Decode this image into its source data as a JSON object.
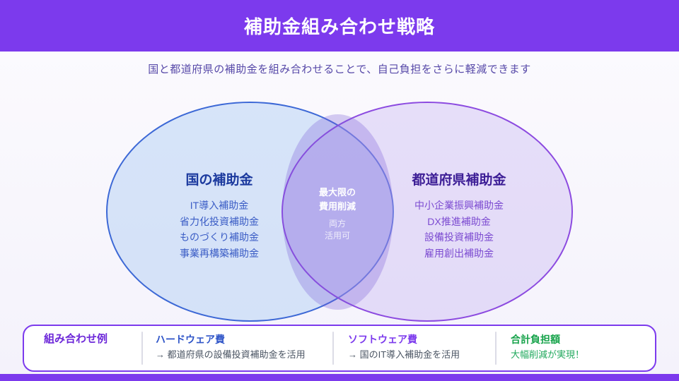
{
  "header": {
    "title": "補助金組み合わせ戦略"
  },
  "subtitle": "国と都道府県の補助金を組み合わせることで、自己負担をさらに軽減できます",
  "venn": {
    "left": {
      "title": "国の補助金",
      "items": [
        "IT導入補助金",
        "省力化投資補助金",
        "ものづくり補助金",
        "事業再構築補助金"
      ]
    },
    "right": {
      "title": "都道府県補助金",
      "items": [
        "中小企業振興補助金",
        "DX推進補助金",
        "設備投資補助金",
        "雇用創出補助金"
      ]
    },
    "overlap": {
      "emphasis_line1": "最大限の",
      "emphasis_line2": "費用削減",
      "note_line1": "両方",
      "note_line2": "活用可"
    }
  },
  "examples": {
    "label": "組み合わせ例",
    "columns": [
      {
        "title": "ハードウェア費",
        "desc": "→ 都道府県の設備投資補助金を活用"
      },
      {
        "title": "ソフトウェア費",
        "desc": "→ 国のIT導入補助金を活用"
      },
      {
        "title": "合計負担額",
        "desc": "大幅削減が実現！"
      }
    ]
  },
  "colors": {
    "accent_purple": "#7C3AED",
    "national_blue_stroke": "#3C68D6",
    "national_blue_text": "#3A5CC5",
    "national_heading": "#1C3A9E",
    "prefectural_purple_stroke": "#8C4AE0",
    "prefectural_purple_text": "#7C4BD1",
    "prefectural_heading": "#3D1E96",
    "success_green": "#16A34A",
    "desc_gray": "#4B5563",
    "subtitle_purple": "#5648A8",
    "page_background": "#F5F4FB"
  }
}
